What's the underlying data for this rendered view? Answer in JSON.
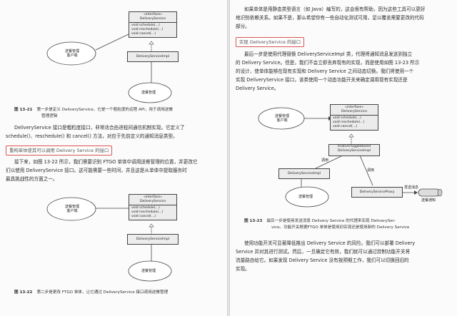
{
  "left_page": {
    "fig21": {
      "iface_stereotype": "«interface»",
      "iface_name": "DeliveryService",
      "iface_methods": [
        "void schedule(...)",
        "void reschedule(...)",
        "void cancel(...)"
      ],
      "impl_name": "DeliveryServiceImpl",
      "cloud_top": [
        "送餐管理",
        "客户端"
      ],
      "cloud_bottom": "送餐管理"
    },
    "caption21": {
      "number": "图 13-21",
      "text": "第一步是定义 DeliveryService，它是一个粗粒度的远程 API，用于调用送餐",
      "text2": "管理逻辑"
    },
    "para1": [
      "DeliveryService 接口是粗粒度接口，非常适合由进程间通信机制实现。它定义了",
      "schedule()、reschedule() 和 cancel() 方法，对应于先前定义的通知消息类型。"
    ],
    "heading1": "重构单体使其可以调用 Delivery Service 的接口",
    "para2": [
      "接下来，如图 13-22 所示，我们需要识别 FTGO 单体中调用送餐管理的位置，并更改它",
      "们以使用 DeliveryService 接口。这可能需要一些时间，并且这是从单体中提取服务时",
      "最具挑战性的方面之一。"
    ],
    "fig22": {
      "iface_stereotype": "«interface»",
      "iface_name": "DeliveryService",
      "iface_methods": [
        "void schedule(...)",
        "void reschedule(...)",
        "void cancel(...)"
      ],
      "impl_name": "DeliveryServiceImpl",
      "cloud_top": [
        "送餐管理",
        "客户端"
      ],
      "cloud_bottom": "送餐管理"
    },
    "caption22": {
      "number": "图 13-22",
      "text": "第二步是更改 FTGO 单体，让它通过 DeliveryService 接口调用送餐管理"
    }
  },
  "right_page": {
    "para_top": [
      "如果单体是用静态类型语言（如 Java）编写的，这会很有帮助，因为这些工具可以更好",
      "地识别依赖关系。如果不是，那么希望你有一些自动化测试可用，足以覆盖需要更改的代码",
      "部分。"
    ],
    "heading2": "实现 DeliveryService 的接口",
    "para_mid": [
      "最后一步是使用代理替换 DeliveryServiceImpl 类，代理将通知消息发送到独立",
      "的 Delivery Service。但是，我们不会立即丢弃现有的实现，而是使用如图 13-23 所示",
      "的设计，使单体能够在现有实现和 Delivery Service 之间动态切换。我们将使用一个",
      "实现 DeliveryService 接口，该类使用一个动态功能开关来确定调用现有实现还是",
      "Delivery Service。"
    ],
    "fig23": {
      "iface_stereotype": "«interface»",
      "iface_name": "DeliveryService",
      "iface_methods": [
        "void schedule(...)",
        "void reschedule(...)",
        "void cancel(...)"
      ],
      "toggle_name": [
        "FeatureToggleBased",
        "DeliveryServiceImpl"
      ],
      "impl_name": "DeliveryServiceImpl",
      "proxy_name": "DeliveryServiceProxy",
      "call_label_1": "调用",
      "call_label_2": "调用",
      "send_label": "发送消息",
      "channel_label": "送餐通知",
      "cloud_top": [
        "送餐管理",
        "客户端"
      ],
      "cloud_bottom": "送餐管理"
    },
    "caption23": {
      "number": "图 13-23",
      "text": "最后一步是使用发送消息 Delivery Service 的代理来实现 DeliverySer-",
      "text2": "vice。功能开关根据FTGO 单体是使用旧实现还是使用新的 Delivery Service"
    },
    "para_bottom": [
      "使用功能开关可显著降低推出 Delivery Service 的风险。我们可以部署 Delivery",
      "Service 并对其进行测试。然后，一旦确定它有效，我们就可以通过控制功能开关将",
      "流量路由给它。如果发现 Delivery Service 没有按预期工作，我们可以切换回旧的",
      "实现。"
    ]
  }
}
